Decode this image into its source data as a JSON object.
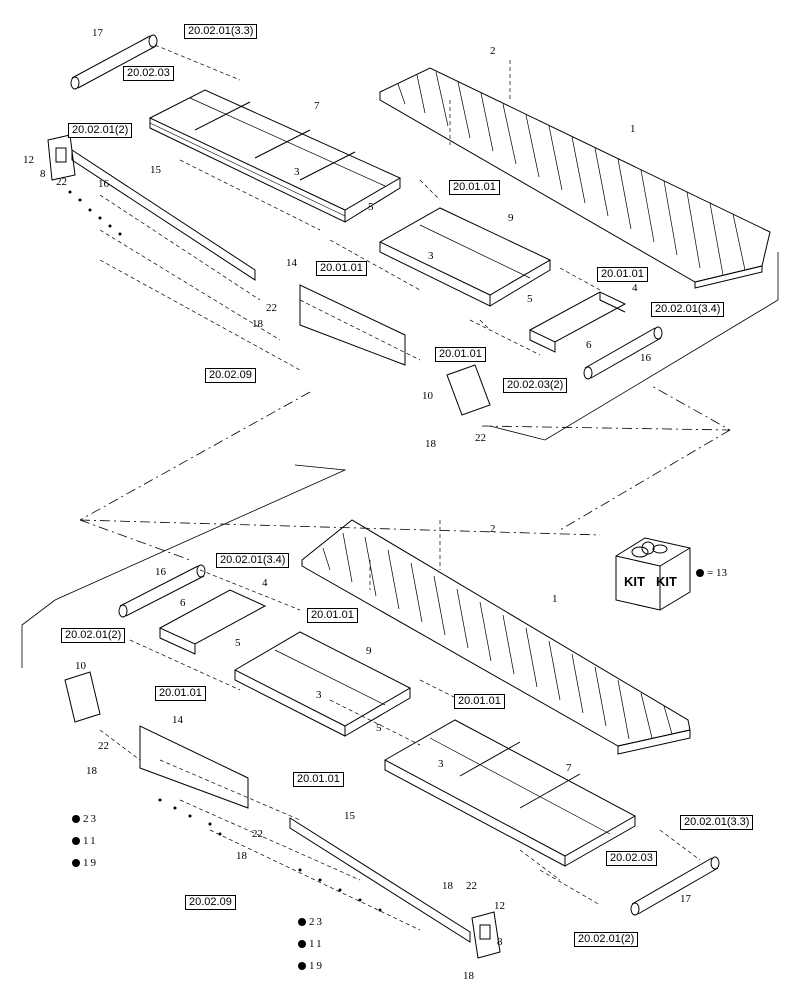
{
  "refs": {
    "top": [
      "20.02.01(3.3)",
      "20.02.03",
      "20.02.01(2)",
      "20.01.01",
      "20.01.01",
      "20.01.01",
      "20.02.01(3.4)",
      "20.01.01",
      "20.02.03(2)",
      "20.02.09"
    ],
    "bottom": [
      "20.02.01(3.4)",
      "20.01.01",
      "20.02.01(2)",
      "20.01.01",
      "20.01.01",
      "20.01.01",
      "20.02.01(3.3)",
      "20.02.03",
      "20.02.01(2)",
      "20.02.09"
    ]
  },
  "callouts": {
    "top": [
      "17",
      "2",
      "1",
      "7",
      "12",
      "8",
      "22",
      "16",
      "15",
      "3",
      "5",
      "9",
      "3",
      "14",
      "4",
      "5",
      "6",
      "22",
      "18",
      "16",
      "10",
      "18",
      "22"
    ],
    "bottom": [
      "2",
      "1",
      "16",
      "4",
      "6",
      "5",
      "9",
      "10",
      "3",
      "5",
      "14",
      "22",
      "18",
      "3",
      "7",
      "15",
      "22",
      "18",
      "17",
      "18",
      "22",
      "12",
      "8",
      "18"
    ]
  },
  "kit": {
    "word_left": "KIT",
    "word_right": "KIT",
    "equals": "= 13"
  },
  "legend": {
    "left": [
      "23",
      "11",
      "19"
    ],
    "right": [
      "23",
      "11",
      "19"
    ]
  }
}
